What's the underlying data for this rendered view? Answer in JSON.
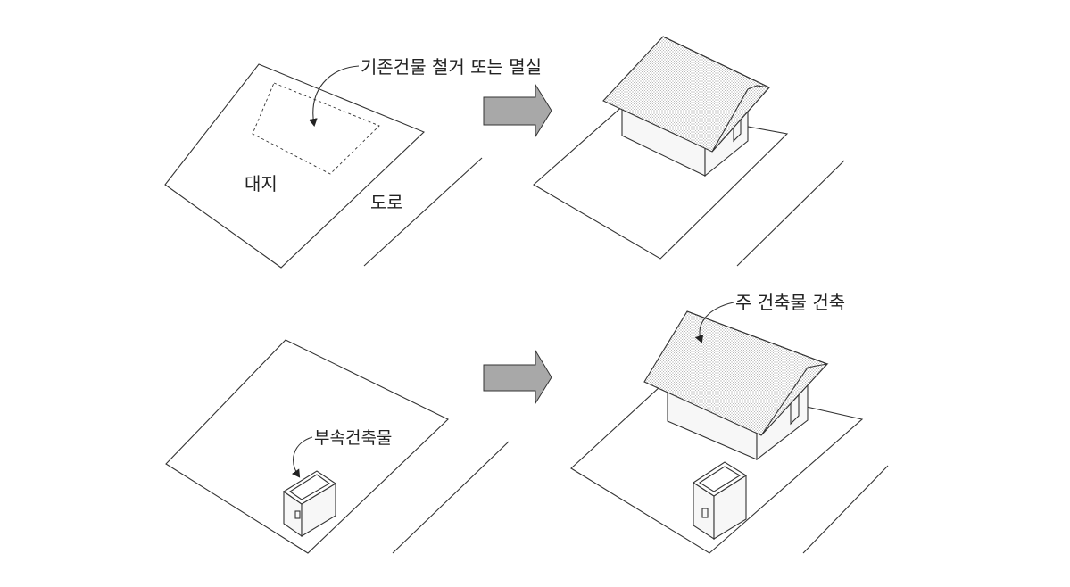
{
  "labels": {
    "demolish": "기존건물 철거 또는 멸실",
    "site": "대지",
    "road": "도로",
    "main_build": "주 건축물 건축",
    "accessory": "부속건축물"
  },
  "colors": {
    "line": "#333333",
    "arrow_fill": "#a8a8a8",
    "roof_fill": "#ededed",
    "wall_fill": "#f7f7f7"
  },
  "icons": {
    "step_arrow": "right-block-arrow-icon",
    "callout": "curved-pointer-arrow-icon"
  }
}
